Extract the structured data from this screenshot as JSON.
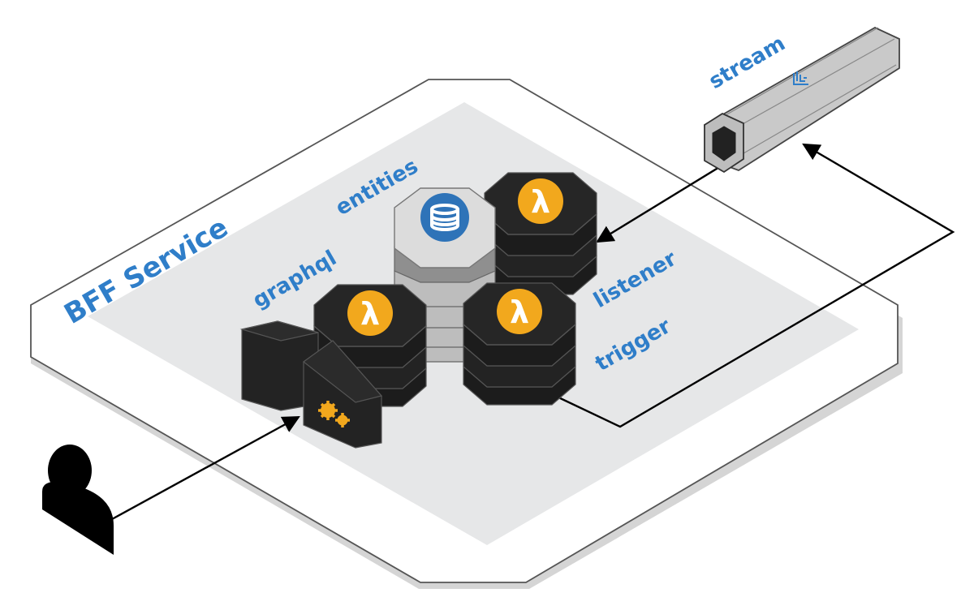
{
  "labels": {
    "service": "BFF Service",
    "entities": "entities",
    "graphql": "graphql",
    "listener": "listener",
    "trigger": "trigger",
    "stream": "stream"
  },
  "colors": {
    "label_blue": "#2f7ec9",
    "lambda_orange": "#f2a81d",
    "dynamo_blue": "#2e73b8",
    "dark_tile": "#232323",
    "platform_gray": "#e6e7e8",
    "stream_gray": "#c9c9c9"
  },
  "icons": {
    "lambda": "lambda-icon",
    "database": "database-icon",
    "gears": "gears-icon",
    "user": "user-icon",
    "stream": "kinesis-icon"
  }
}
